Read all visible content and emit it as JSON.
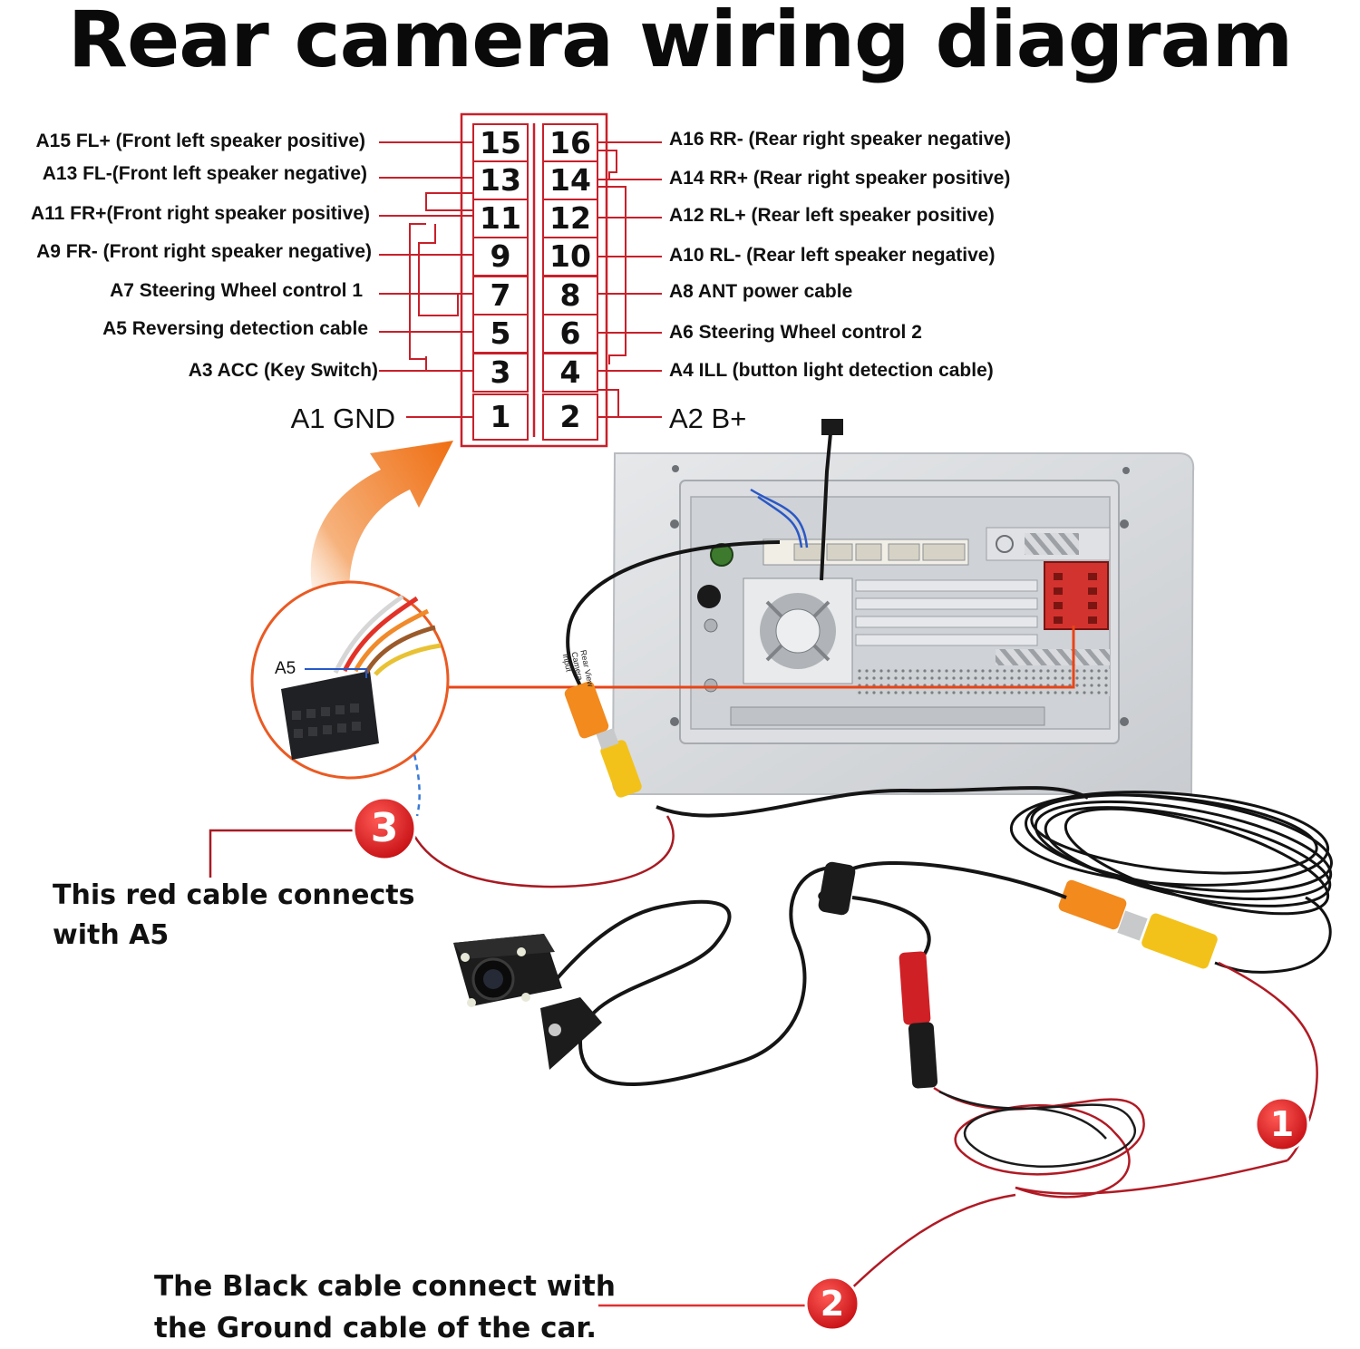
{
  "title": "Rear camera wiring diagram",
  "connector": {
    "pins": [
      {
        "num": "15",
        "label": "A15 FL+ (Front left speaker positive)",
        "side": "left"
      },
      {
        "num": "16",
        "label": "A16 RR- (Rear right speaker negative)",
        "side": "right"
      },
      {
        "num": "13",
        "label": "A13  FL-(Front left speaker negative)",
        "side": "left"
      },
      {
        "num": "14",
        "label": "A14 RR+ (Rear right speaker positive)",
        "side": "right"
      },
      {
        "num": "11",
        "label": "A11 FR+(Front right speaker positive)",
        "side": "left"
      },
      {
        "num": "12",
        "label": "A12 RL+ (Rear left speaker positive)",
        "side": "right"
      },
      {
        "num": "9",
        "label": "A9 FR- (Front right speaker negative)",
        "side": "left"
      },
      {
        "num": "10",
        "label": "A10  RL- (Rear left speaker negative)",
        "side": "right"
      },
      {
        "num": "7",
        "label": "A7 Steering Wheel control 1",
        "side": "left"
      },
      {
        "num": "8",
        "label": "A8  ANT power cable",
        "side": "right"
      },
      {
        "num": "5",
        "label": "A5 Reversing detection cable",
        "side": "left"
      },
      {
        "num": "6",
        "label": "A6  Steering Wheel control 2",
        "side": "right"
      },
      {
        "num": "3",
        "label": "A3 ACC (Key Switch)",
        "side": "left"
      },
      {
        "num": "4",
        "label": "A4  ILL (button light detection cable)",
        "side": "right"
      },
      {
        "num": "1",
        "label": "A1 GND",
        "side": "left"
      },
      {
        "num": "2",
        "label": "A2  B+",
        "side": "right"
      }
    ]
  },
  "inset": {
    "label": "A5"
  },
  "camera_tag": "Rear View Camera Input",
  "badges": [
    {
      "id": "1",
      "color": "#e0161c"
    },
    {
      "id": "2",
      "color": "#e0161c"
    },
    {
      "id": "3",
      "color": "#e0161c"
    }
  ],
  "notes": {
    "red_cable_line1": "This red cable connects",
    "red_cable_line2": "with A5",
    "black_cable_line1": "The Black cable connect with",
    "black_cable_line2": "the Ground cable of the car."
  },
  "colors": {
    "wire_red": "#c8202a",
    "arrow_orange": "#ef7d22",
    "rca_yellow": "#f3c21a",
    "rca_orange": "#f28a1d",
    "panel_gray": "#d7d9dc",
    "cable_black": "#151515"
  }
}
